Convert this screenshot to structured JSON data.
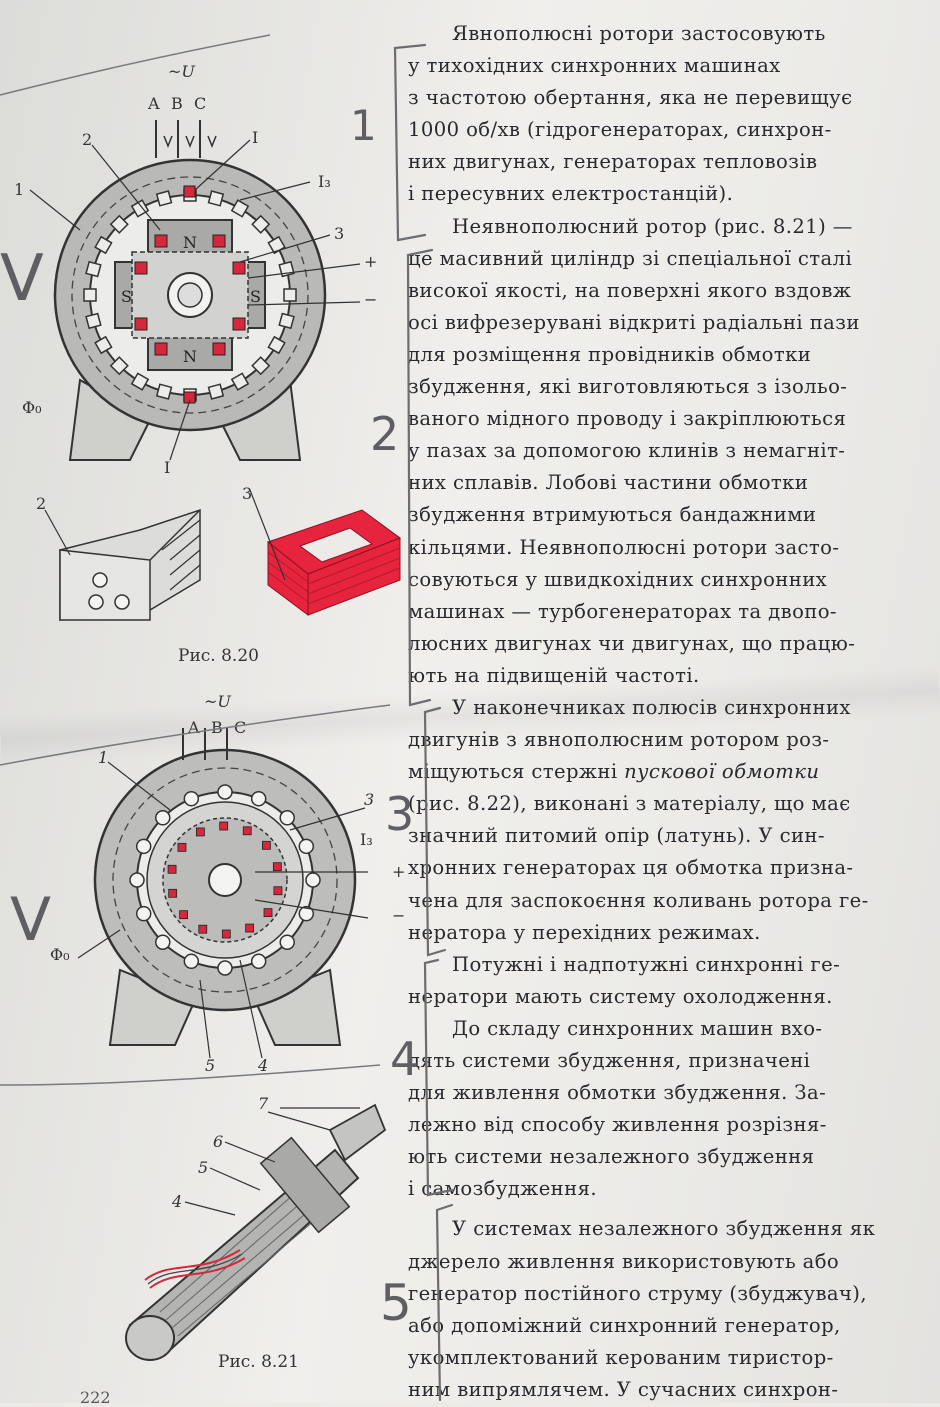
{
  "figures": {
    "fig820": {
      "caption": "Рис. 8.20",
      "supply_label": "~U",
      "phases": [
        "A",
        "B",
        "C"
      ],
      "callouts": [
        "1",
        "2",
        "I",
        "I₃",
        "3",
        "+",
        "−",
        "I",
        "Φ₀"
      ],
      "poles": [
        "N",
        "S",
        "S",
        "N"
      ],
      "detail_labels": [
        "2",
        "3"
      ]
    },
    "fig822": {
      "supply_label": "~U",
      "phases": [
        "A",
        "B",
        "C"
      ],
      "callouts": [
        "1",
        "3",
        "I₃",
        "+",
        "−",
        "Φ₀",
        "5",
        "4"
      ]
    },
    "fig821": {
      "caption": "Рис. 8.21",
      "callouts": [
        "7",
        "6",
        "5",
        "4"
      ]
    }
  },
  "text": {
    "p1": [
      "Явнополюсні ротори застосовують",
      "у тихохідних синхронних машинах",
      "з частотою обертання, яка не перевищує",
      "1000 об/хв (гідрогенераторах, синхрон-",
      "них двигунах, генераторах тепловозів",
      "і пересувних електростанцій)."
    ],
    "p2": [
      "Неявнополюсний ротор (рис. 8.21) —",
      "це масивний циліндр зі спеціальної сталі",
      "високої якості, на поверхні якого вздовж",
      "осі вифрезерувані відкриті радіальні пази",
      "для розміщення провідників обмотки",
      "збудження, які виготовляються з ізольо-",
      "ваного мідного проводу і закріплюються",
      "у пазах за допомогою клинів з немагніт-",
      "них сплавів. Лобові частини обмотки",
      "збудження втримуються бандажними",
      "кільцями. Неявнополюсні ротори засто-",
      "совуються у швидкохідних синхронних",
      "машинах — турбогенераторах та двопо-",
      "люсних двигунах чи двигунах, що працю-",
      "ють на підвищеній частоті."
    ],
    "p3_first_a": "У наконечниках полюсів синхронних",
    "p3_first_b": "двигунів з явнополюсним ротором роз-",
    "p3_line3_a": "міщуються стержні ",
    "p3_line3_italic": "пускової обмотки",
    "p3_rest": [
      "(рис. 8.22), виконані з матеріалу, що має",
      "значний питомий опір (латунь). У син-",
      "хронних генераторах ця обмотка призна-",
      "чена для заспокоєння коливань ротора ге-",
      "нератора у перехідних режимах."
    ],
    "p4": [
      "Потужні і надпотужні синхронні ге-",
      "нератори мають систему охолодження."
    ],
    "p5": [
      "До складу синхронних машин вхо-",
      "дять системи збудження, призначені",
      "для живлення обмотки збудження. За-",
      "лежно від способу живлення розрізня-",
      "ють системи незалежного збудження",
      "і самозбудження."
    ],
    "p6": [
      "У системах незалежного збудження як",
      "джерело живлення використовують або",
      "генератор постійного струму (збуджувач),",
      "або допоміжний синхронний генератор,",
      "укомплектований керованим тиристор-",
      "ним випрямлячем. У сучасних синхрон-"
    ]
  },
  "handwritten_marks": [
    "1",
    "2",
    "3",
    "4",
    "5",
    "V",
    "V"
  ],
  "page_number": "222"
}
